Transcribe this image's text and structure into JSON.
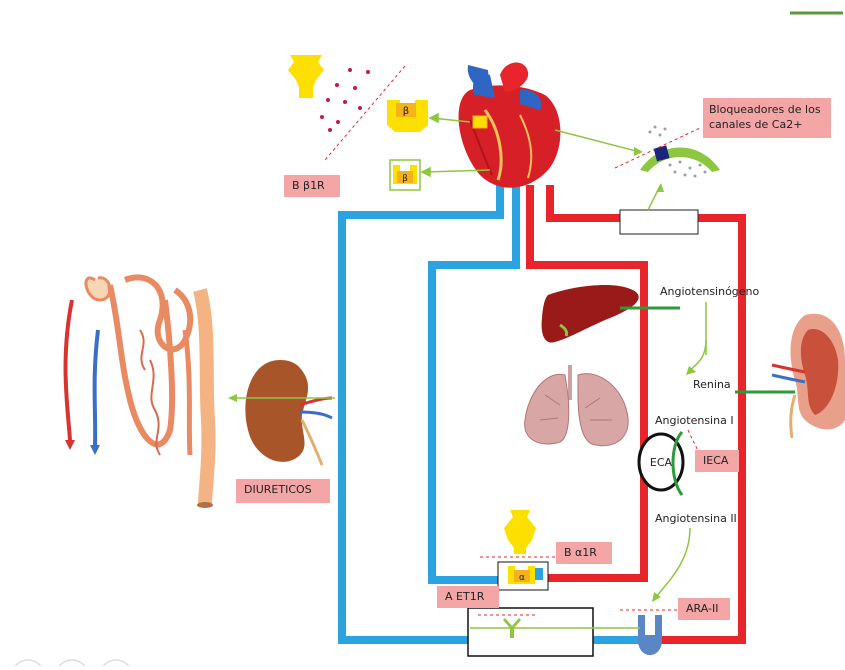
{
  "labels": {
    "b_beta1r": "B β1R",
    "ca_blockers_line1": "Bloqueadores de los",
    "ca_blockers_line2": "canales de Ca2+",
    "diureticos": "DIURETICOS",
    "angiotensinogeno": "Angiotensinógeno",
    "renina": "Renina",
    "angiotensina_1": "Angiotensina I",
    "eca": "ECA",
    "ieca": "IECA",
    "angiotensina_2": "Angiotensina II",
    "b_alpha1r": "B α1R",
    "a_et1r": "A ET1R",
    "ara_ii": "ARA-II",
    "beta_symbol": "β",
    "alpha_symbol": "α"
  },
  "colors": {
    "artery": "#e8252b",
    "vein": "#2aa3e0",
    "pathway": "#8dc63f",
    "label_bg": "#f4a6a6",
    "receptor_yellow": "#fde000",
    "receptor_orange": "#f6b21a"
  }
}
